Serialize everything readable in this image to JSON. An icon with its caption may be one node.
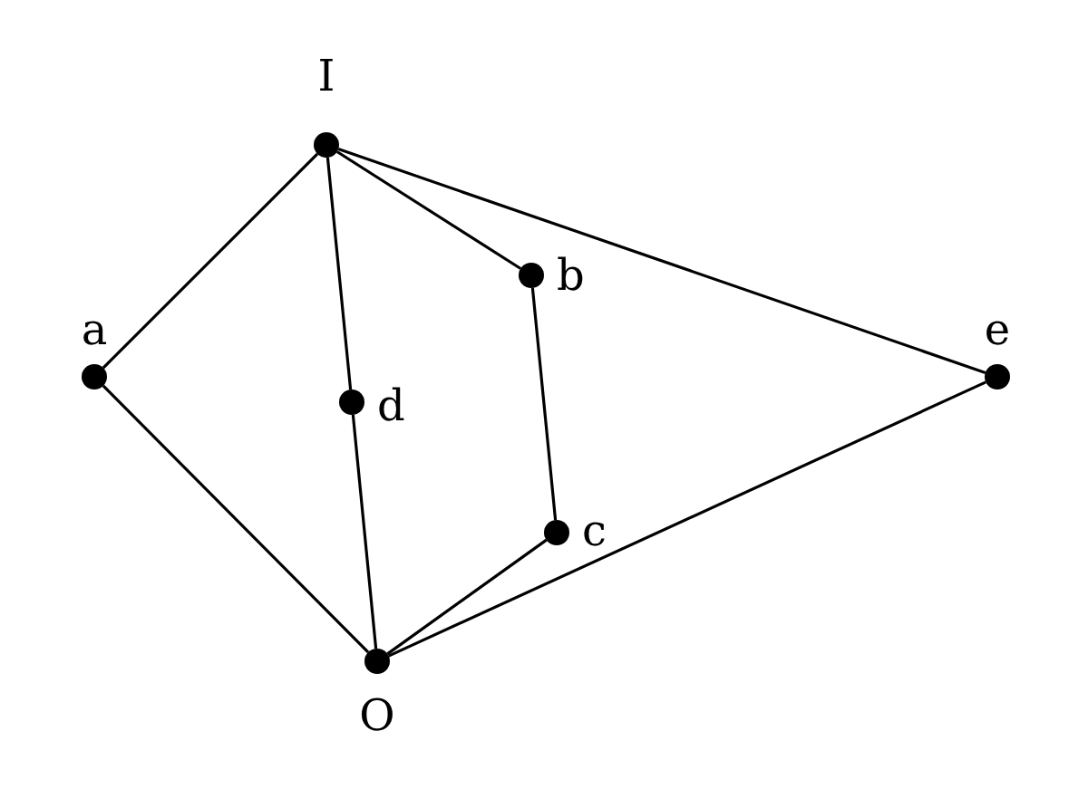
{
  "diagram": {
    "nodes": [
      {
        "text": [],
        "shape": "circle",
        "beside": [
          "I"
        ]
      },
      {
        "text": [],
        "shape": "circle",
        "beside": [
          "a"
        ]
      },
      {
        "text": [],
        "shape": "circle",
        "beside": [
          "b"
        ]
      },
      {
        "text": [],
        "shape": "circle",
        "beside": [
          "d"
        ]
      },
      {
        "text": [],
        "shape": "circle",
        "beside": [
          "e"
        ]
      },
      {
        "text": [],
        "shape": "circle",
        "beside": [
          "c"
        ]
      },
      {
        "text": [],
        "shape": "circle",
        "beside": [
          "O"
        ]
      }
    ],
    "edges": [
      {
        "from": 0,
        "to": 1,
        "arrow": "none"
      },
      {
        "from": 0,
        "to": 3,
        "arrow": "none"
      },
      {
        "from": 0,
        "to": 2,
        "arrow": "none"
      },
      {
        "from": 0,
        "to": 4,
        "arrow": "none"
      },
      {
        "from": 1,
        "to": 6,
        "arrow": "none"
      },
      {
        "from": 3,
        "to": 6,
        "arrow": "none"
      },
      {
        "from": 2,
        "to": 5,
        "arrow": "none"
      },
      {
        "from": 5,
        "to": 6,
        "arrow": "none"
      },
      {
        "from": 4,
        "to": 6,
        "arrow": "none"
      }
    ]
  }
}
